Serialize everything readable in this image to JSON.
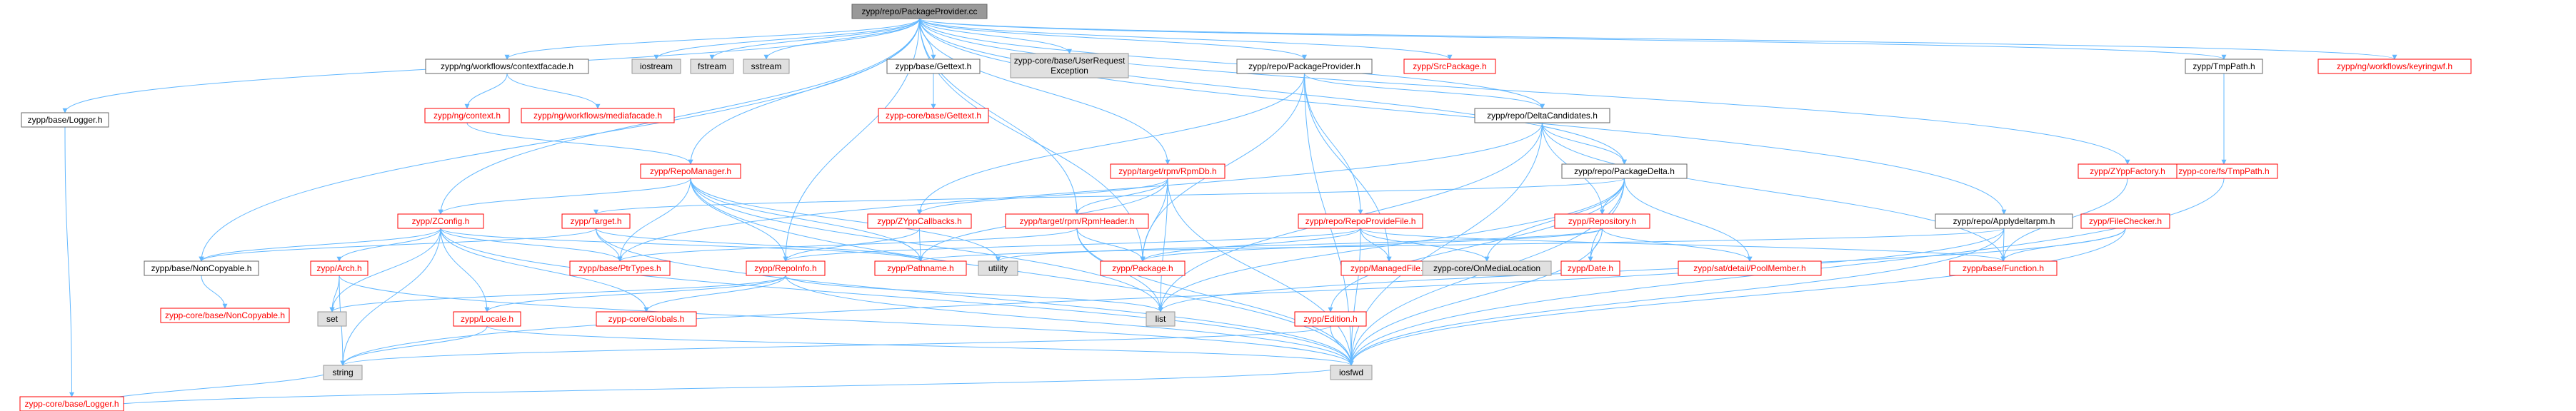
{
  "title": "zypp/repo/PackageProvider.cc",
  "colors": {
    "root_fill": "#999999",
    "normal_fill": "#ffffff",
    "normal_stroke": "#666666",
    "link_text": "#ff0000",
    "link_stroke": "#ff0000",
    "external_fill": "#e0e0e0",
    "external_stroke": "#999999",
    "edge": "#63b8ff"
  },
  "nodes": {
    "root": "zypp/repo/PackageProvider.cc",
    "logger": "zypp/base/Logger.h",
    "coreLogger": "zypp-core/base/Logger.h",
    "ctxFacade": "zypp/ng/workflows/contextfacade.h",
    "ngContext": "zypp/ng/context.h",
    "mediaFacade": "zypp/ng/workflows/mediafacade.h",
    "iostream": "iostream",
    "fstream": "fstream",
    "sstream": "sstream",
    "gettext": "zypp/base/Gettext.h",
    "coreGettext": "zypp-core/base/Gettext.h",
    "userReq1": "zypp-core/base/UserRequest",
    "userReq2": "Exception",
    "pkgProvH": "zypp/repo/PackageProvider.h",
    "srcPkg": "zypp/SrcPackage.h",
    "deltaCand": "zypp/repo/DeltaCandidates.h",
    "tmpPath": "zypp/TmpPath.h",
    "coreTmpPath": "zypp-core/fs/TmpPath.h",
    "keyring": "zypp/ng/workflows/keyringwf.h",
    "repoMgr": "zypp/RepoManager.h",
    "rpmDb": "zypp/target/rpm/RpmDb.h",
    "pkgDelta": "zypp/repo/PackageDelta.h",
    "zyppFactory": "zypp/ZYppFactory.h",
    "applyDeltaRpm": "zypp/repo/Applydeltarpm.h",
    "fileChecker": "zypp/FileChecker.h",
    "zconfig": "zypp/ZConfig.h",
    "target": "zypp/Target.h",
    "zyppCallbacks": "zypp/ZYppCallbacks.h",
    "rpmHeader": "zypp/target/rpm/RpmHeader.h",
    "repoProvFile": "zypp/repo/RepoProvideFile.h",
    "repository": "zypp/Repository.h",
    "nonCopyable": "zypp/base/NonCopyable.h",
    "coreNonCopyable": "zypp-core/base/NonCopyable.h",
    "arch": "zypp/Arch.h",
    "ptrTypes": "zypp/base/PtrTypes.h",
    "repoInfo": "zypp/RepoInfo.h",
    "pathname": "zypp/Pathname.h",
    "utility": "utility",
    "package": "zypp/Package.h",
    "managedFile": "zypp/ManagedFile.h",
    "onMedia": "zypp-core/OnMediaLocation",
    "date": "zypp/Date.h",
    "poolMember": "zypp/sat/detail/PoolMember.h",
    "function": "zypp/base/Function.h",
    "set": "set",
    "locale": "zypp/Locale.h",
    "globals": "zypp-core/Globals.h",
    "list": "list",
    "edition": "zypp/Edition.h",
    "string": "string",
    "iosfwd": "iosfwd"
  }
}
